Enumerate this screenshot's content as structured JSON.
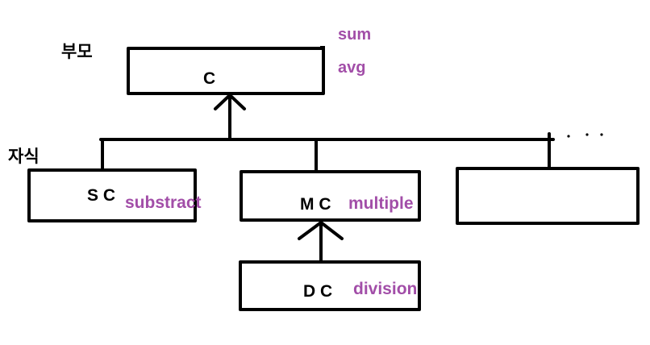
{
  "labels": {
    "parent": "부모",
    "child": "자식",
    "ellipsis": ". . ."
  },
  "boxes": {
    "c": {
      "text": "C"
    },
    "sc": {
      "text": "S C"
    },
    "mc": {
      "text": "M C"
    },
    "dc": {
      "text": "D C"
    },
    "empty": {
      "text": ""
    }
  },
  "methods": {
    "sum": "sum",
    "avg": "avg",
    "substract": "substract",
    "multiple": "multiple",
    "division": "division"
  },
  "colors": {
    "line": "#000000",
    "method": "#a24ea8"
  }
}
